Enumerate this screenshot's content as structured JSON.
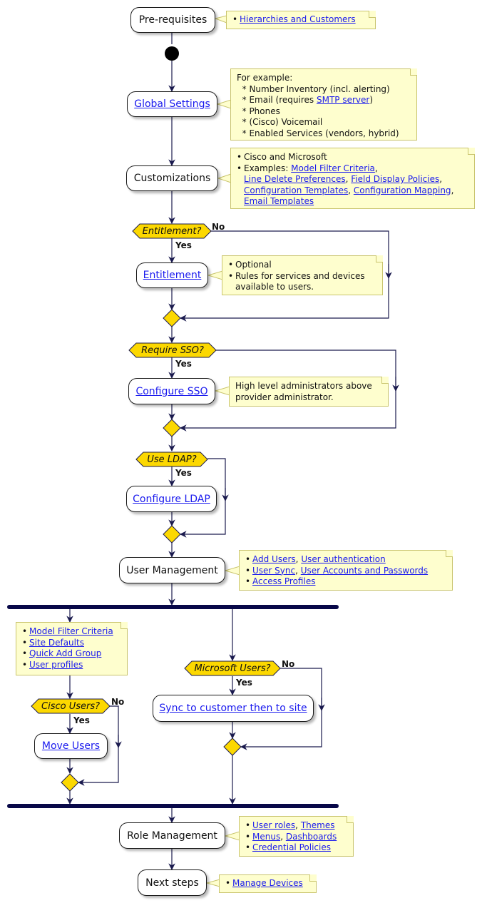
{
  "activities": {
    "prereq": "Pre-requisites",
    "global_settings": "Global Settings",
    "customizations": "Customizations",
    "entitlement": "Entitlement",
    "configure_sso": "Configure SSO",
    "configure_ldap": "Configure LDAP",
    "user_management": "User Management",
    "move_users": "Move Users",
    "sync_customer_site": "Sync to customer then to site",
    "role_management": "Role Management",
    "next_steps": "Next steps"
  },
  "decisions": {
    "entitlement": "Entitlement?",
    "require_sso": "Require SSO?",
    "use_ldap": "Use LDAP?",
    "cisco_users": "Cisco Users?",
    "microsoft_users": "Microsoft Users?"
  },
  "labels": {
    "yes": "Yes",
    "no": "No"
  },
  "notes": {
    "prereq": {
      "link1": "Hierarchies and Customers"
    },
    "global": {
      "line1": "For example:",
      "line2": "  * Number Inventory (incl. alerting)",
      "line3a": "  * Email (requires ",
      "line3link": "SMTP server",
      "line3b": ")",
      "line4": "  * Phones",
      "line5": "  * (Cisco) Voicemail",
      "line6": "  * Enabled Services (vendors, hybrid)"
    },
    "custom": {
      "line1": "Cisco and Microsoft",
      "line2": "Examples: ",
      "link1": "Model Filter Criteria",
      "link2": "Line Delete Preferences",
      "link3": "Field Display Policies",
      "link4": "Configuration Templates",
      "link5": "Configuration Mapping",
      "link6": "Email Templates",
      "sep": ","
    },
    "entitlement": {
      "line1": "Optional",
      "line2": "Rules for services and devices",
      "line3": "available to users."
    },
    "sso": {
      "line1": "High level administrators above",
      "line2": "provider administrator."
    },
    "usermgmt": {
      "link1": "Add Users",
      "link2": "User authentication",
      "link3": "User Sync",
      "link4": "User Accounts and Passwords",
      "link5": "Access Profiles",
      "sep": ","
    },
    "left_branch": {
      "link1": "Model Filter Criteria",
      "link2": "Site Defaults",
      "link3": "Quick Add Group",
      "link4": "User profiles"
    },
    "rolemgmt": {
      "link1": "User roles",
      "link2": "Themes",
      "link3": "Menus",
      "link4": "Dashboards",
      "link5": "Credential Policies",
      "sep": ","
    },
    "nextsteps": {
      "link1": "Manage Devices"
    }
  },
  "colors": {
    "line": "#1a1a4e",
    "diamond_fill": "#fcd800",
    "note_fill": "#fefece",
    "note_border": "#c9c46e",
    "link": "#1a1aee",
    "bar": "#080848"
  }
}
